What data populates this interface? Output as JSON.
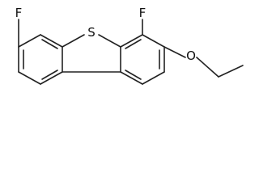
{
  "molecule": {
    "atoms": {
      "sulfur": "S",
      "fluorine_left": "F",
      "fluorine_right": "F",
      "oxygen": "O"
    }
  }
}
